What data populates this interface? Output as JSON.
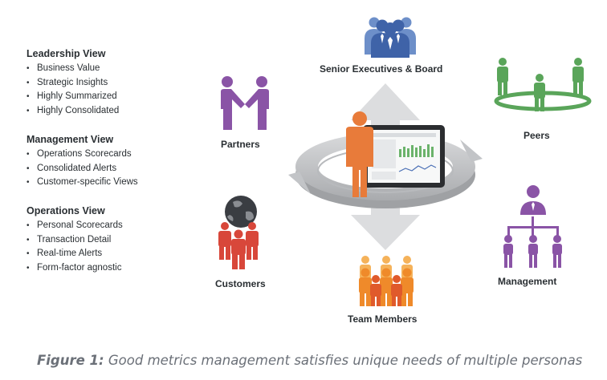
{
  "views": [
    {
      "title": "Leadership View",
      "items": [
        "Business Value",
        "Strategic Insights",
        "Highly Summarized",
        "Highly Consolidated"
      ]
    },
    {
      "title": "Management View",
      "items": [
        "Operations Scorecards",
        "Consolidated Alerts",
        "Customer-specific Views"
      ]
    },
    {
      "title": "Operations View",
      "items": [
        "Personal Scorecards",
        "Transaction Detail",
        "Real-time Alerts",
        "Form-factor agnostic"
      ]
    }
  ],
  "personas": {
    "senior": "Senior Executives & Board",
    "peers": "Peers",
    "partners": "Partners",
    "customers": "Customers",
    "management": "Management",
    "team": "Team Members"
  },
  "caption": {
    "prefix": "Figure 1:",
    "text": " Good metrics management satisfies unique needs of multiple personas"
  },
  "colors": {
    "senior": "#4a6fb5",
    "peers": "#5aa55a",
    "partners": "#8a54a6",
    "customers": "#d8473a",
    "management": "#8a54a6",
    "team": "#f0962c",
    "center_person": "#e87b3a",
    "ring": "#c9cacc"
  },
  "icons": {
    "senior": "executive-group-icon",
    "peers": "peer-circle-icon",
    "partners": "handshake-icon",
    "customers": "globe-people-icon",
    "management": "org-chart-icon",
    "team": "team-group-icon",
    "center": "person-with-tablet-icon"
  }
}
